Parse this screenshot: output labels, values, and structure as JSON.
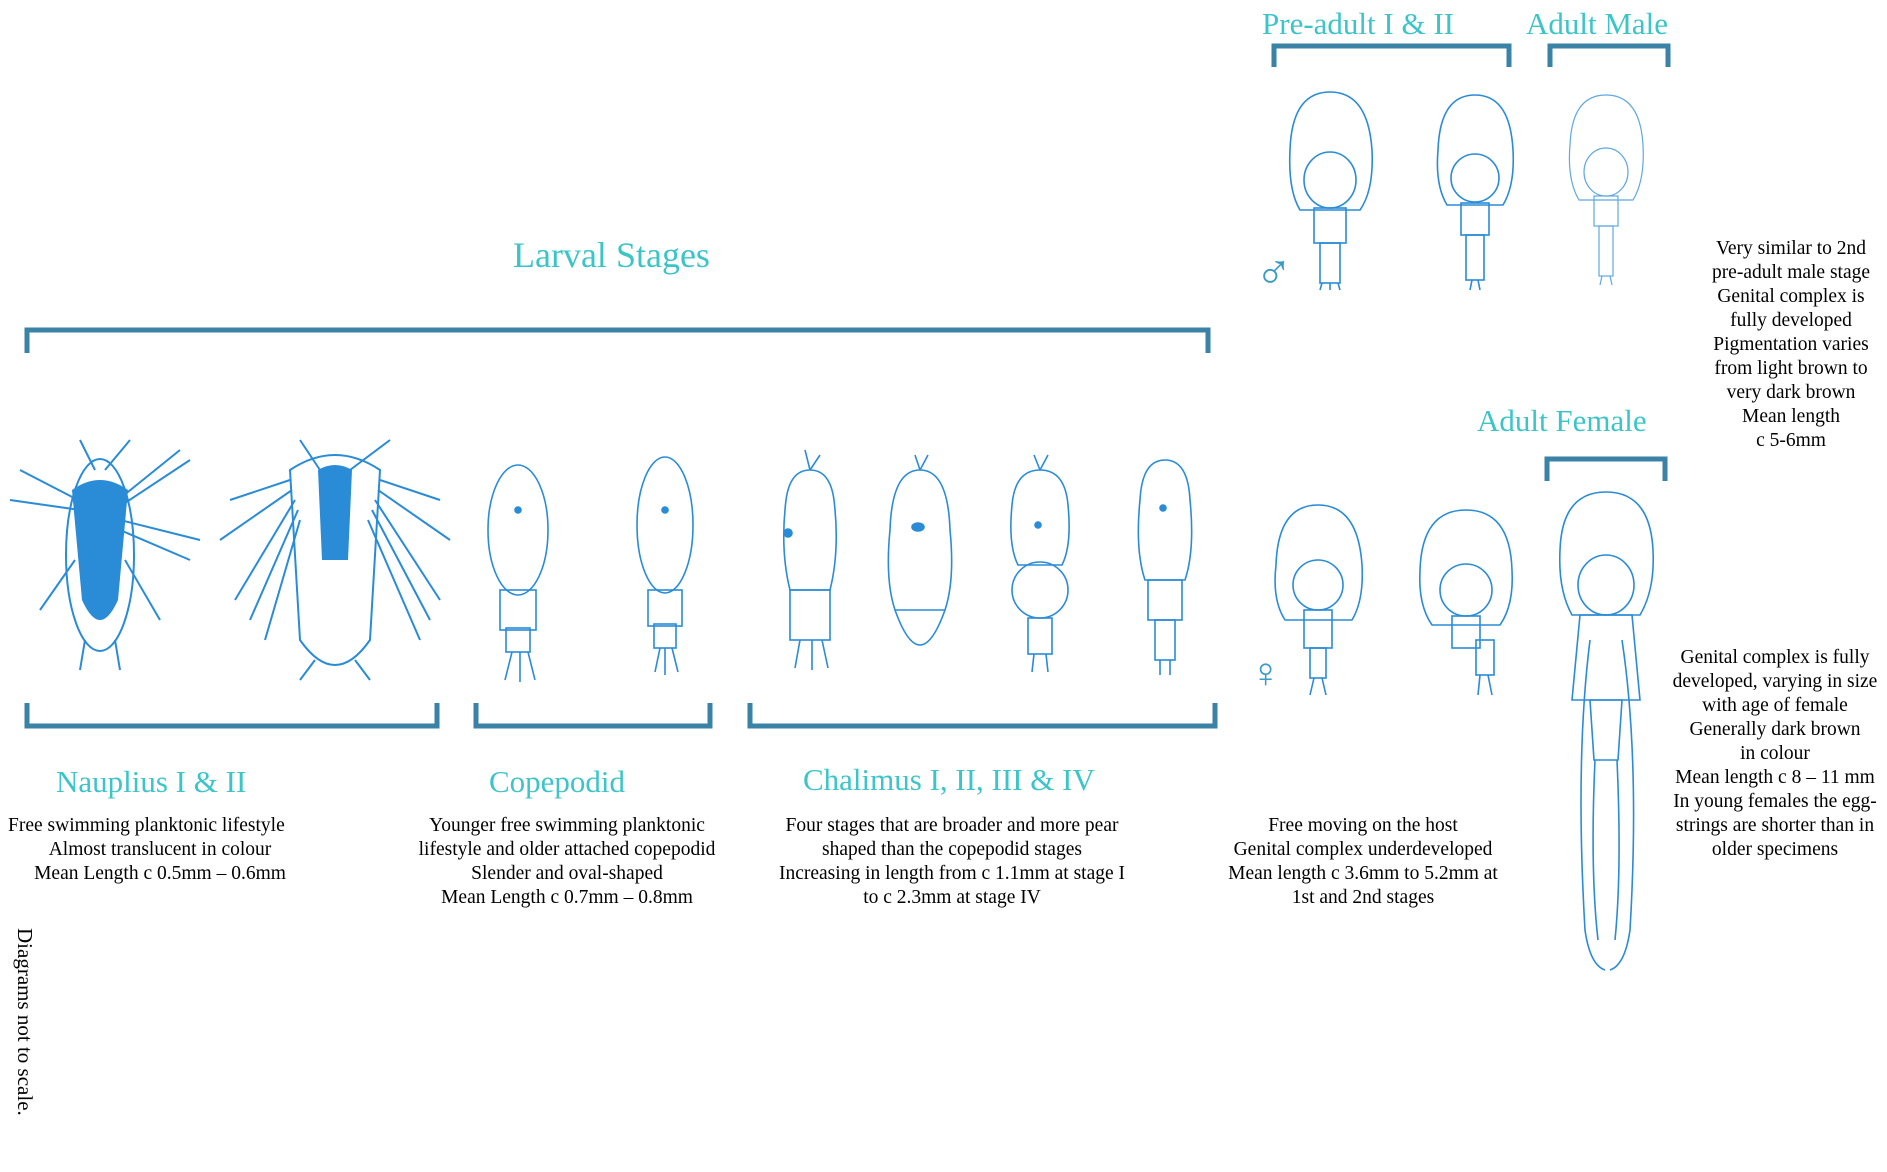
{
  "colors": {
    "accent": "#3cc5c8",
    "bracket": "#3a82a6",
    "drawing": "#2a8bd6",
    "text": "#000000"
  },
  "headings": {
    "larval_stages": "Larval Stages",
    "pre_adult": "Pre-adult I & II",
    "adult_male": "Adult Male",
    "adult_female": "Adult Female",
    "nauplius": "Nauplius I & II",
    "copepodid": "Copepodid",
    "chalimus": "Chalimus I, II, III & IV"
  },
  "symbols": {
    "male": "♂",
    "female": "♀"
  },
  "descriptions": {
    "nauplius": [
      "Free swimming planktonic lifestyle",
      "Almost translucent in colour",
      "Mean Length c 0.5mm – 0.6mm"
    ],
    "copepodid": [
      "Younger free swimming planktonic",
      "lifestyle and older attached copepodid",
      "Slender and oval-shaped",
      "Mean Length c 0.7mm – 0.8mm"
    ],
    "chalimus": [
      "Four stages that are broader and more pear",
      "shaped than the copepodid stages",
      "Increasing in length from c 1.1mm at stage I",
      "to  c 2.3mm at stage IV"
    ],
    "pre_adult": [
      "Free moving on the host",
      "Genital complex underdeveloped",
      "Mean length c 3.6mm to 5.2mm at",
      "1st and 2nd  stages"
    ],
    "adult_male": [
      "Very  similar  to  2nd",
      "pre-adult male stage",
      "Genital complex is",
      "fully developed",
      "Pigmentation varies",
      "from light brown to",
      "very dark brown",
      "Mean length",
      "c 5-6mm"
    ],
    "adult_female": [
      "Genital complex is fully",
      "developed, varying in size",
      "with age of female",
      "Generally dark brown",
      "in colour",
      "Mean length c 8 – 11 mm",
      "In young females the egg-",
      "strings are shorter than in",
      "older specimens"
    ]
  },
  "footnote": "Diagrams not to scale."
}
